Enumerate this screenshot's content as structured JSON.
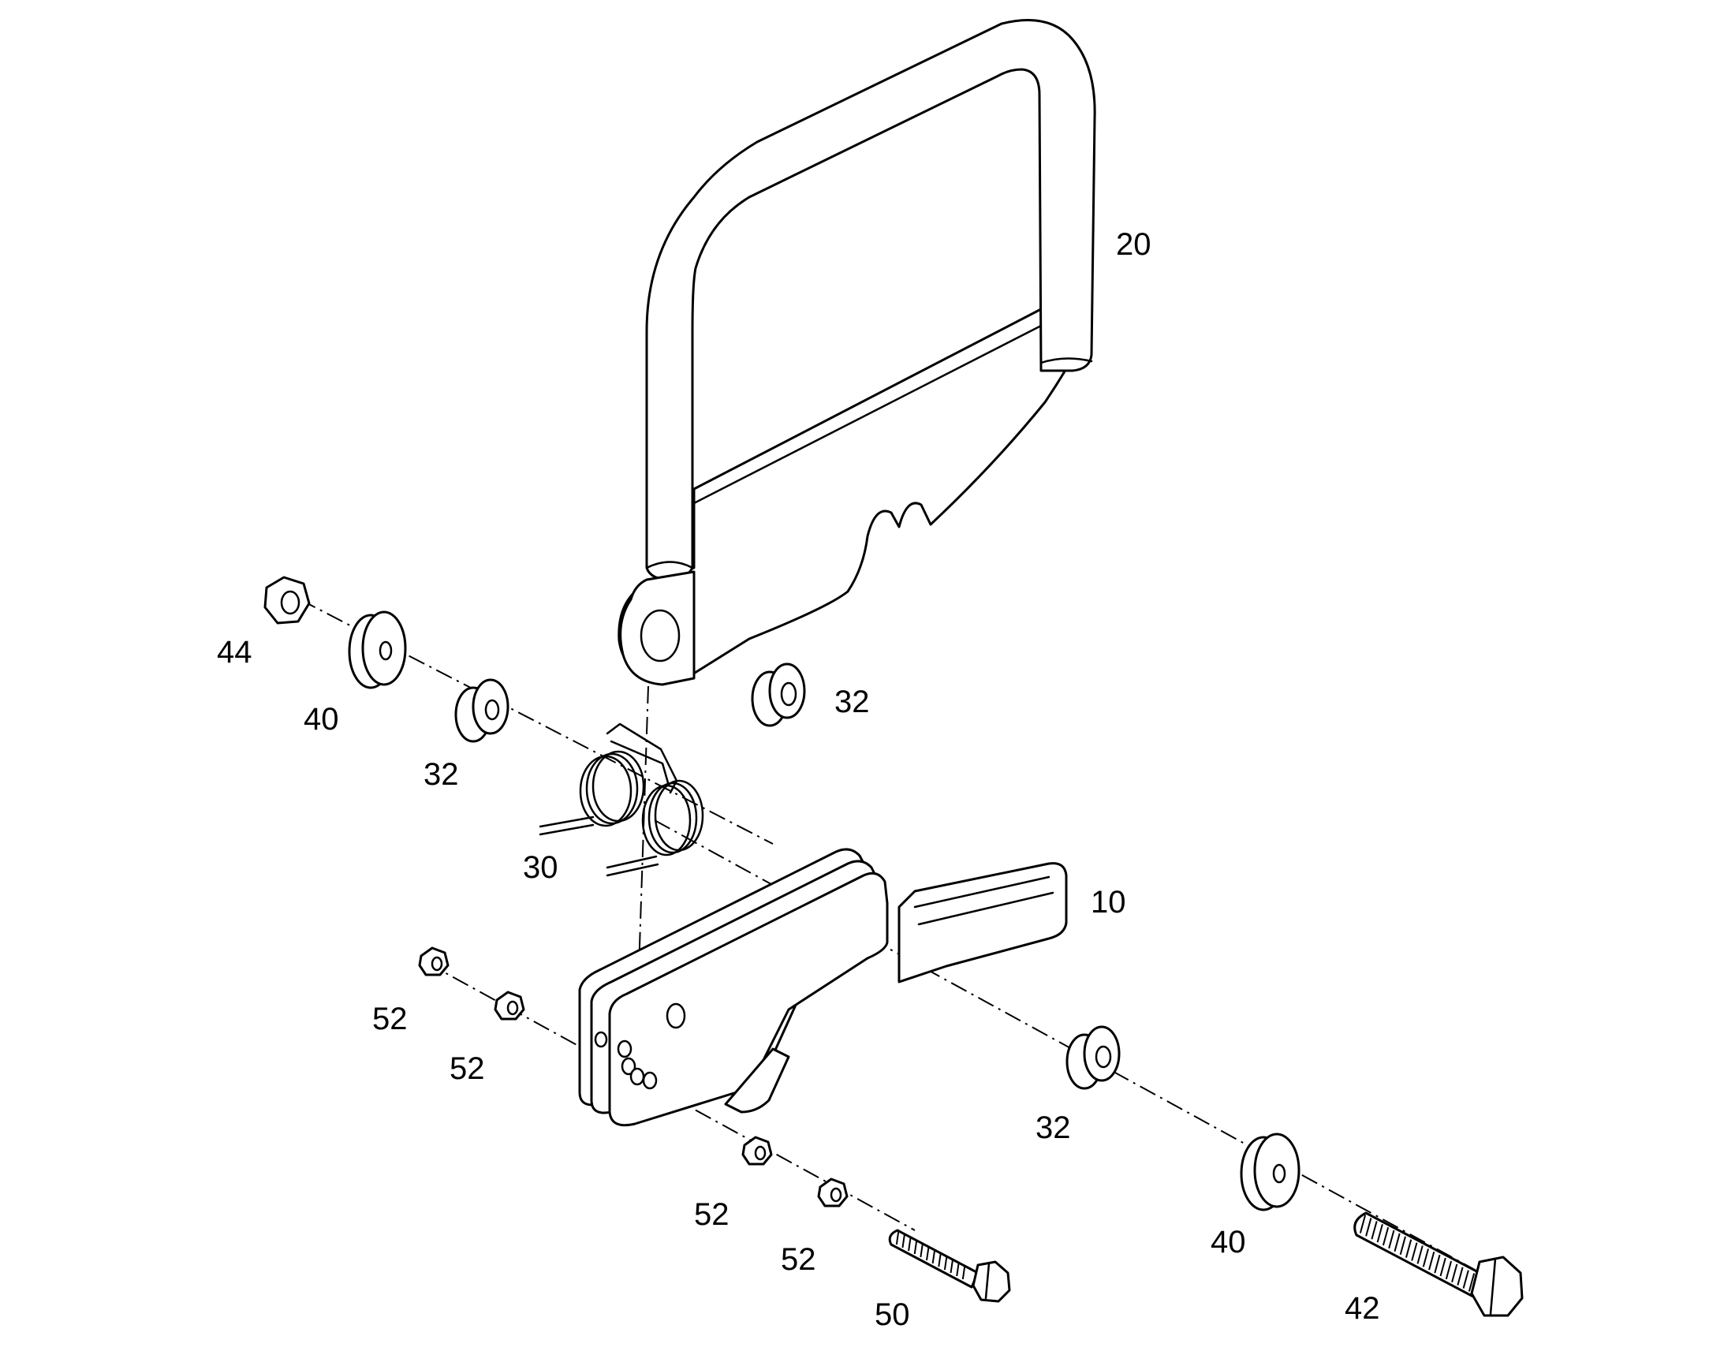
{
  "callouts": {
    "c20": "20",
    "c10": "10",
    "c30": "30",
    "c44": "44",
    "c40_left": "40",
    "c32_left": "32",
    "c32_top": "32",
    "c32_right": "32",
    "c40_right": "40",
    "c42": "42",
    "c50": "50",
    "c52_a": "52",
    "c52_b": "52",
    "c52_c": "52",
    "c52_d": "52"
  },
  "colors": {
    "line": "#000000",
    "background": "#ffffff"
  }
}
